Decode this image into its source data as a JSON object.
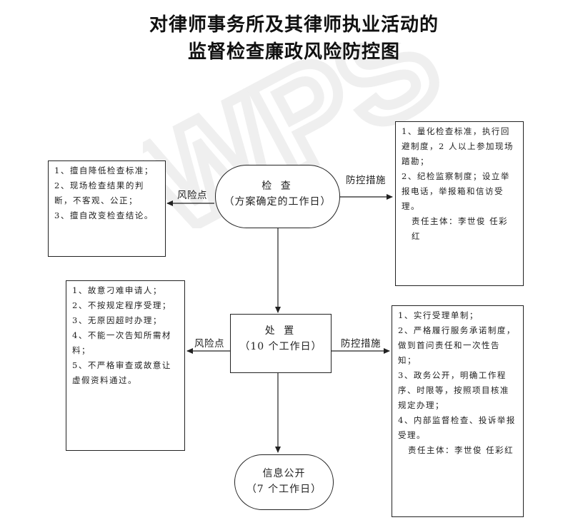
{
  "title_line1": "对律师事务所及其律师执业活动的",
  "title_line2": "监督检查廉政风险防控图",
  "node_check": {
    "line1": "检 查",
    "line2": "（方案确定的工作日）"
  },
  "node_handle": {
    "line1": "处 置",
    "line2": "（10 个工作日）"
  },
  "node_public": {
    "line1": "信息公开",
    "line2": "（7 个工作日）"
  },
  "risk_label_1": "风险点",
  "measure_label_1": "防控措施",
  "risk_label_2": "风险点",
  "measure_label_2": "防控措施",
  "risk_box_1": [
    "1、擅自降低检查标准；",
    "2、现场检查结果的判断，不客观、公正；",
    "3、擅自改变检查结论。"
  ],
  "measure_box_1": {
    "items": [
      "1、量化检查标准，执行回避制度，2 人以上参加现场踏勘；",
      "2、纪检监察制度；设立举报电话，举报箱和信访受理。"
    ],
    "responsible": "责任主体：李世俊  任彩红"
  },
  "risk_box_2": [
    "1、故意刁难申请人；",
    "2、不按规定程序受理；",
    "3、无原因超时办理；",
    "4、不能一次告知所需材料；",
    "5、不严格审查或故意让虚假资料通过。"
  ],
  "measure_box_2": {
    "items": [
      "1、实行受理单制；",
      "2、严格履行服务承诺制度，做到首问责任和一次性告知；",
      "3、政务公开，明确工作程序、时限等，按照项目核准规定办理；",
      "4、内部监督检查、投诉举报受理。"
    ],
    "responsible": "责任主体：李世俊  任彩红"
  },
  "watermark_text": "WPS",
  "colors": {
    "line": "#222222",
    "text": "#111111",
    "watermark": "#555555"
  }
}
